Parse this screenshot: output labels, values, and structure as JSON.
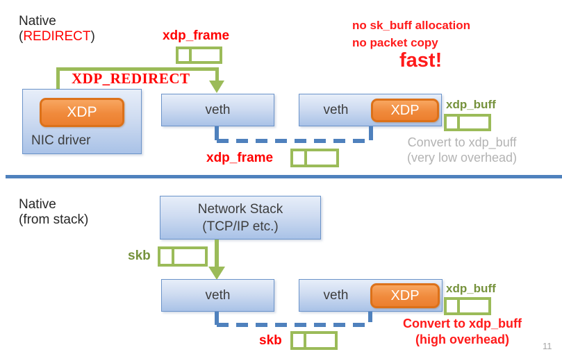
{
  "colors": {
    "accent_green": "#9bbb59",
    "label_green": "#76923c",
    "accent_red": "#ff0000",
    "connector_blue": "#4f81bd",
    "node_border_blue": "#6b93c9",
    "xdp_orange": "#f08a3c",
    "note_gray": "#b3b3b3"
  },
  "top": {
    "heading_line1": "Native",
    "paren_open": "(",
    "heading_highlight": "REDIRECT",
    "paren_close": ")",
    "xdp_frame_top_label": "xdp_frame",
    "redirect_arrow_label": "XDP_REDIRECT",
    "nic_box": {
      "title": "NIC driver",
      "xdp_label": "XDP"
    },
    "veth_mid_label": "veth",
    "veth_right_label": "veth",
    "veth_right_xdp_label": "XDP",
    "xdp_buff_label": "xdp_buff",
    "note_line1": "no sk_buff allocation",
    "note_line2": "no packet copy",
    "note_fast": "fast!",
    "convert_note_line1": "Convert to xdp_buff",
    "convert_note_line2": "(very low overhead)",
    "xdp_frame_bottom_label": "xdp_frame"
  },
  "bottom": {
    "heading_line1": "Native",
    "heading_line2": "(from stack)",
    "stack_box_line1": "Network Stack",
    "stack_box_line2": "(TCP/IP etc.)",
    "skb_green_label": "skb",
    "veth_left_label": "veth",
    "veth_right_label": "veth",
    "veth_right_xdp_label": "XDP",
    "xdp_buff_label": "xdp_buff",
    "convert_note_line1": "Convert to xdp_buff",
    "convert_note_line2": "(high overhead)",
    "skb_red_label": "skb"
  },
  "page_number": "11"
}
